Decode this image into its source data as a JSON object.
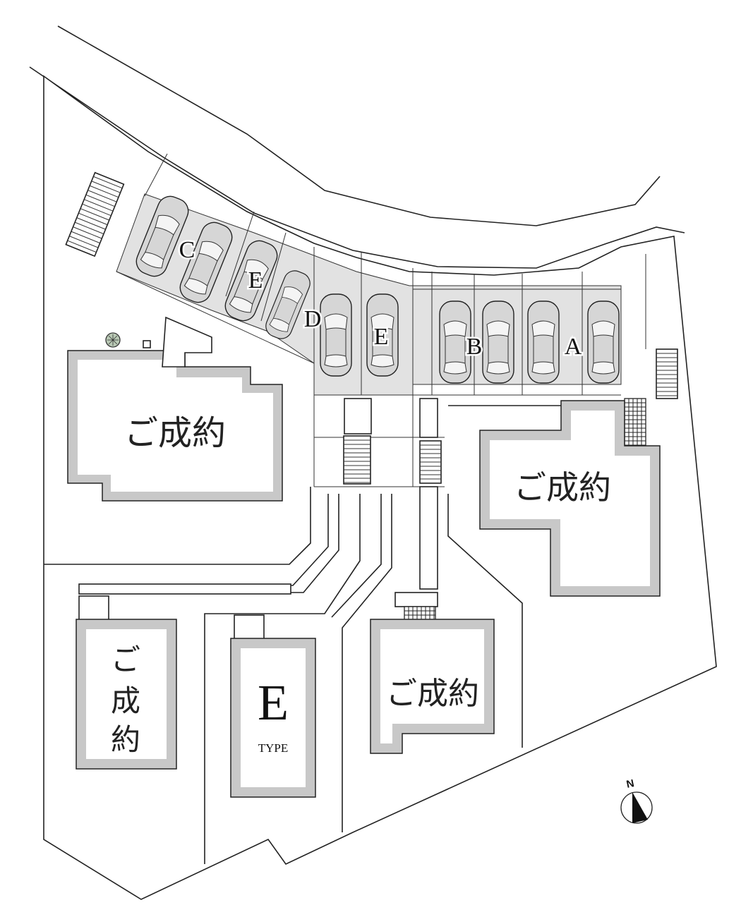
{
  "lots": [
    {
      "id": "lot-northwest",
      "status": "ご成約"
    },
    {
      "id": "lot-east",
      "status": "ご成約"
    },
    {
      "id": "lot-southwest",
      "status_lines": [
        "ご",
        "成",
        "約"
      ]
    },
    {
      "id": "lot-e",
      "letter": "E",
      "type_label": "TYPE"
    },
    {
      "id": "lot-south",
      "status": "ご成約"
    }
  ],
  "parking_labels": [
    "C",
    "E",
    "D",
    "E",
    "B",
    "A"
  ],
  "compass": {
    "label": "N"
  },
  "colors": {
    "building_band": "#c8c8c8",
    "parking": "#e2e2e2",
    "line": "#222222"
  }
}
